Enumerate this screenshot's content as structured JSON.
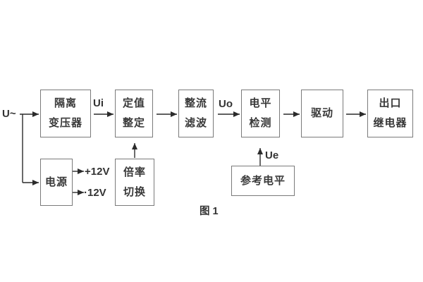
{
  "diagram": {
    "caption": "图 1",
    "boxes": [
      {
        "name": "isolation-transformer",
        "line1": "隔离",
        "line2": "变压器"
      },
      {
        "name": "value-setting",
        "line1": "定值",
        "line2": "整定"
      },
      {
        "name": "rectifier-filter",
        "line1": "整流",
        "line2": "滤波"
      },
      {
        "name": "level-detection",
        "line1": "电平",
        "line2": "检测"
      },
      {
        "name": "drive",
        "line1": "驱动"
      },
      {
        "name": "outlet-relay",
        "line1": "出口",
        "line2": "继电器"
      },
      {
        "name": "power-supply",
        "line1": "电源"
      },
      {
        "name": "ratio-switch",
        "line1": "倍率",
        "line2": "切换"
      },
      {
        "name": "reference-level",
        "line1": "参考电平"
      }
    ],
    "labels": {
      "input_voltage": "U~",
      "ui": "Ui",
      "uo": "Uo",
      "ue": "Ue",
      "rail_positive": "+12V",
      "rail_negative": "·12V"
    },
    "colors": {
      "background": "#ffffff",
      "box_border": "#7a7a7a",
      "text": "#383838",
      "connector": "#2b2b2b"
    }
  }
}
